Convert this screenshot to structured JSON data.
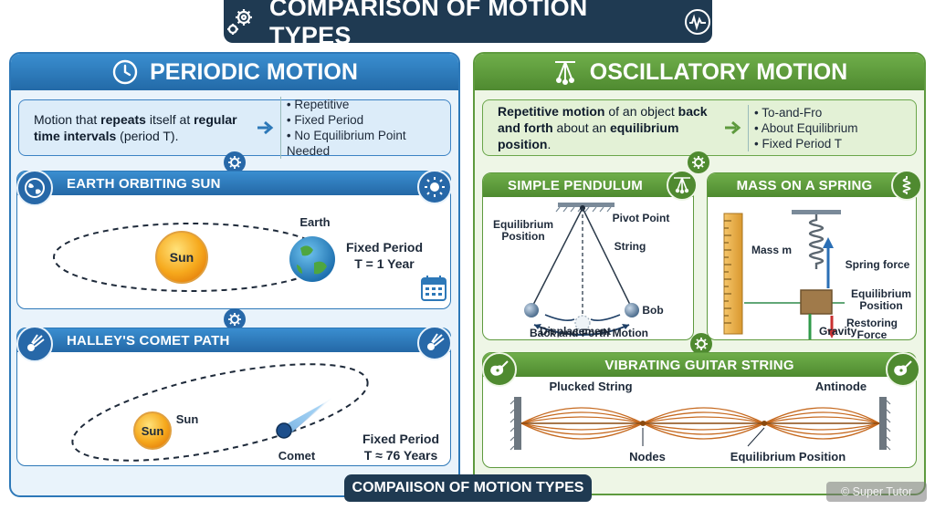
{
  "title": "COMPARISON OF MOTION TYPES",
  "footer": "COMPAIISON OF MOTION TYPES",
  "watermark": "© Super Tutor",
  "colors": {
    "navy": "#1f3a52",
    "periodic_blue": "#2d78b8",
    "oscillatory_green": "#5e9a3e"
  },
  "periodic": {
    "heading": "PERIODIC MOTION",
    "icon": "clock-icon",
    "definition": {
      "pre": "Motion that ",
      "b1": "repeats",
      "mid": " itself at ",
      "b2": "regular time intervals",
      "post": " (period T)."
    },
    "features": [
      "Repetitive",
      "Fixed Period",
      "No Equilibrium Point Needed"
    ],
    "earth": {
      "heading": "EARTH ORBITING SUN",
      "sun": "Sun",
      "earth": "Earth",
      "period_label": "Fixed Period",
      "period_value": "T = 1 Year"
    },
    "comet": {
      "heading": "HALLEY'S COMET PATH",
      "sun_inner": "Sun",
      "sun_label": "Sun",
      "comet": "Comet",
      "period_label": "Fixed Period",
      "period_value": "T ≈ 76 Years"
    }
  },
  "oscillatory": {
    "heading": "OSCILLATORY MOTION",
    "icon": "pendulum-icon",
    "definition": {
      "b1": "Repetitive motion",
      "mid1": " of an object ",
      "b2": "back and forth",
      "mid2": " about an ",
      "b3": "equilibrium position",
      "post": "."
    },
    "features": [
      "To-and-Fro",
      "About Equilibrium",
      "Fixed Period T"
    ],
    "pendulum": {
      "heading": "SIMPLE PENDULUM",
      "equilibrium": "Equilibrium Position",
      "pivot": "Pivot Point",
      "string": "String",
      "bob": "Bob",
      "displacement": "Displacement",
      "motion": "Back and Forth Motion"
    },
    "spring": {
      "heading": "MASS ON A SPRING",
      "mass": "Mass m",
      "spring_force": "Spring force",
      "equilibrium": "Equilibrium Position",
      "restoring": "Restoring Force",
      "gravity": "Gravity"
    },
    "guitar": {
      "heading": "VIBRATING GUITAR STRING",
      "plucked": "Plucked String",
      "antinode": "Antinode",
      "nodes": "Nodes",
      "equilibrium": "Equilibrium Position"
    }
  }
}
